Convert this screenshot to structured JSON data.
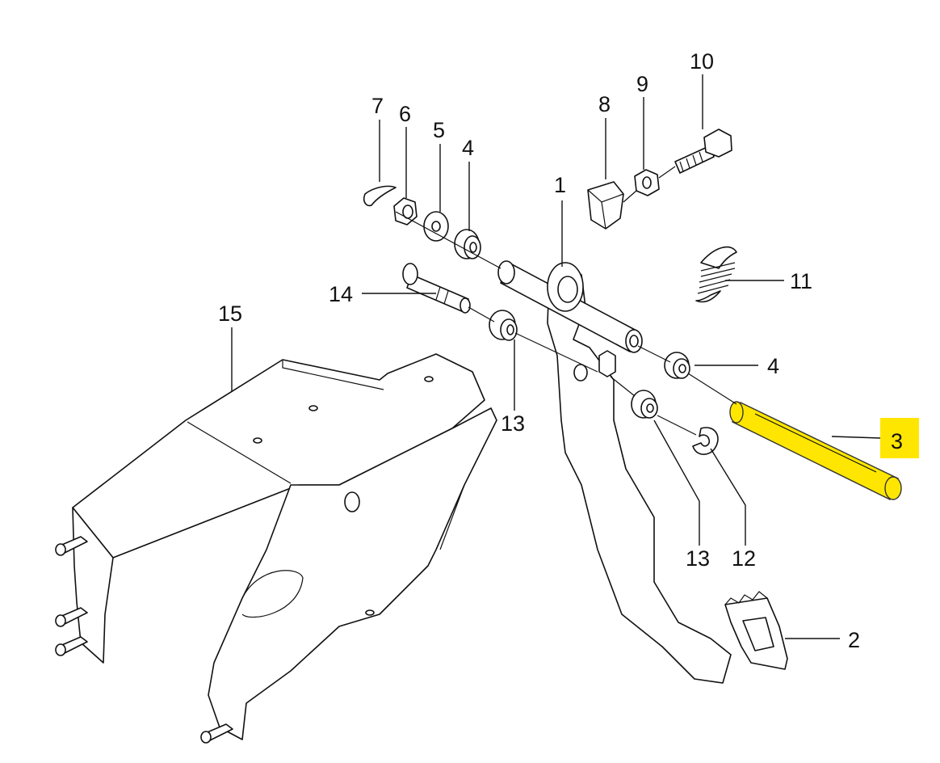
{
  "highlight_color": "#ffe600",
  "line_color": "#111111",
  "highlighted_part": "3",
  "callouts": {
    "c1": "1",
    "c2": "2",
    "c3": "3",
    "c4a": "4",
    "c4b": "4",
    "c5": "5",
    "c6": "6",
    "c7": "7",
    "c8": "8",
    "c9": "9",
    "c10": "10",
    "c11": "11",
    "c12": "12",
    "c13a": "13",
    "c13b": "13",
    "c14": "14",
    "c15": "15"
  }
}
